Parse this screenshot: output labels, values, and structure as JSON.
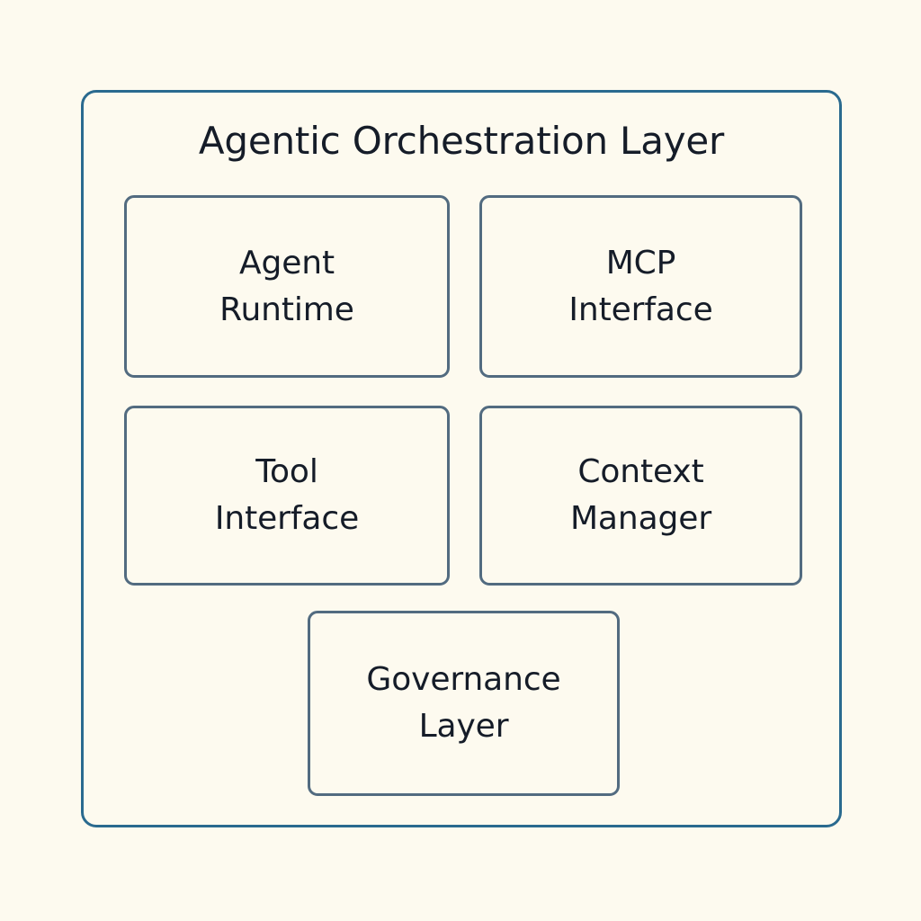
{
  "diagram": {
    "title": "Agentic Orchestration Layer",
    "background_color": "#fdfaef",
    "outer_border_color": "#2a6a8f",
    "box_border_color": "#526b80",
    "text_color": "#151c28",
    "components": [
      {
        "id": "agent-runtime",
        "label": "Agent\nRuntime",
        "row": 1,
        "column": 1
      },
      {
        "id": "mcp-interface",
        "label": "MCP\nInterface",
        "row": 1,
        "column": 2
      },
      {
        "id": "tool-interface",
        "label": "Tool\nInterface",
        "row": 2,
        "column": 1
      },
      {
        "id": "context-manager",
        "label": "Context\nManager",
        "row": 2,
        "column": 2
      },
      {
        "id": "governance-layer",
        "label": "Governance\nLayer",
        "row": 3,
        "column": "center"
      }
    ]
  }
}
